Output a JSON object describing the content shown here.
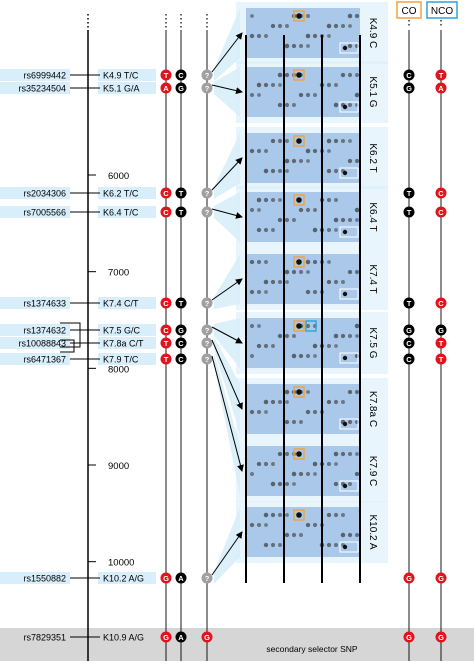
{
  "headers": {
    "co": "CO",
    "nco": "NCO"
  },
  "footer": {
    "secondary_label": "secondary selector SNP"
  },
  "positions": [
    {
      "label": "6000",
      "value": 6000
    },
    {
      "label": "7000",
      "value": 7000
    },
    {
      "label": "8000",
      "value": 8000
    },
    {
      "label": "9000",
      "value": 9000
    },
    {
      "label": "10000",
      "value": 10000
    }
  ],
  "snps": [
    {
      "rs": "rs6999442",
      "marker": "K4.9 T/C",
      "a1": "T",
      "a2": "C",
      "co": "C",
      "nco": "T"
    },
    {
      "rs": "rs35234504",
      "marker": "K5.1 G/A",
      "a1": "A",
      "a2": "G",
      "co": "G",
      "nco": "A"
    },
    {
      "rs": "rs2034306",
      "marker": "K6.2 T/C",
      "a1": "C",
      "a2": "T",
      "co": "T",
      "nco": "C"
    },
    {
      "rs": "rs7005566",
      "marker": "K6.4 T/C",
      "a1": "C",
      "a2": "T",
      "co": "T",
      "nco": "C"
    },
    {
      "rs": "rs1374633",
      "marker": "K7.4 C/T",
      "a1": "C",
      "a2": "T",
      "co": "T",
      "nco": "C"
    },
    {
      "rs": "rs1374632",
      "marker": "K7.5 G/C",
      "a1": "C",
      "a2": "G",
      "co": "G",
      "nco": "G"
    },
    {
      "rs": "rs10088843",
      "marker": "K7.8a C/T",
      "a1": "T",
      "a2": "C",
      "co": "C",
      "nco": "T"
    },
    {
      "rs": "rs6471367",
      "marker": "K7.9 T/C",
      "a1": "T",
      "a2": "C",
      "co": "C",
      "nco": "T"
    },
    {
      "rs": "rs1550882",
      "marker": "K10.2 A/G",
      "a1": "G",
      "a2": "A",
      "co": "G",
      "nco": "G"
    },
    {
      "rs": "rs7829351",
      "marker": "K10.9 A/G",
      "a1": "G",
      "a2": "A",
      "co": "G",
      "nco": "G"
    }
  ],
  "blots": [
    {
      "label": "K4.9 C"
    },
    {
      "label": "K5.1 G"
    },
    {
      "label": "K6.2 T"
    },
    {
      "label": "K6.4 T"
    },
    {
      "label": "K7.4 T"
    },
    {
      "label": "K7.5 G"
    },
    {
      "label": "K7.8a C"
    },
    {
      "label": "K7.9 C"
    },
    {
      "label": "K10.2 A"
    }
  ],
  "colors": {
    "red_allele": "#e0141b",
    "black_allele": "#000000",
    "unknown_allele": "#a0a0a0",
    "label_box": "#d8eefa",
    "blot_fill": "#a9c8ea",
    "co_frame": "#f2a33a",
    "nco_frame": "#2ba4dc",
    "footer_band": "#d6d6d6"
  }
}
